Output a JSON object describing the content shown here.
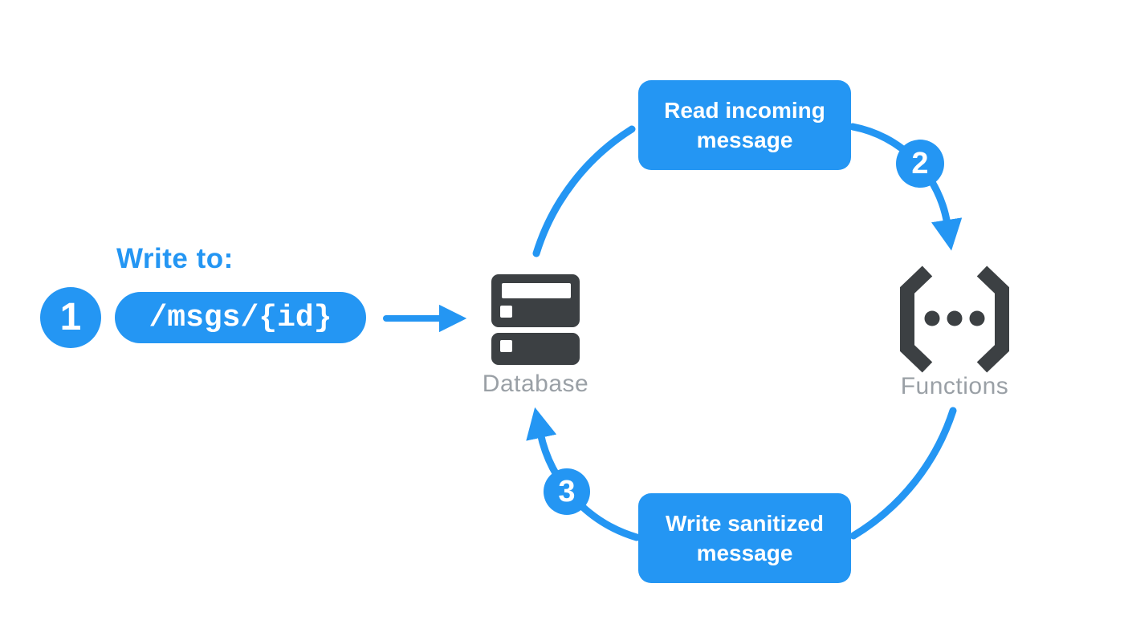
{
  "colors": {
    "accent": "#2496f3",
    "icon_dark": "#3c4043",
    "label_gray": "#9aa0a6",
    "text_white": "#ffffff",
    "background": "#ffffff"
  },
  "step1": {
    "badge": "1",
    "heading": "Write to:",
    "code_path": "/msgs/{id}"
  },
  "cycle": {
    "step2_badge": "2",
    "step3_badge": "3",
    "top_box_label": "Read incoming message",
    "bottom_box_label": "Write sanitized message"
  },
  "nodes": {
    "database": {
      "label": "Database",
      "icon": "database-server-icon"
    },
    "functions": {
      "label": "Functions",
      "icon": "code-brackets-icon"
    }
  }
}
